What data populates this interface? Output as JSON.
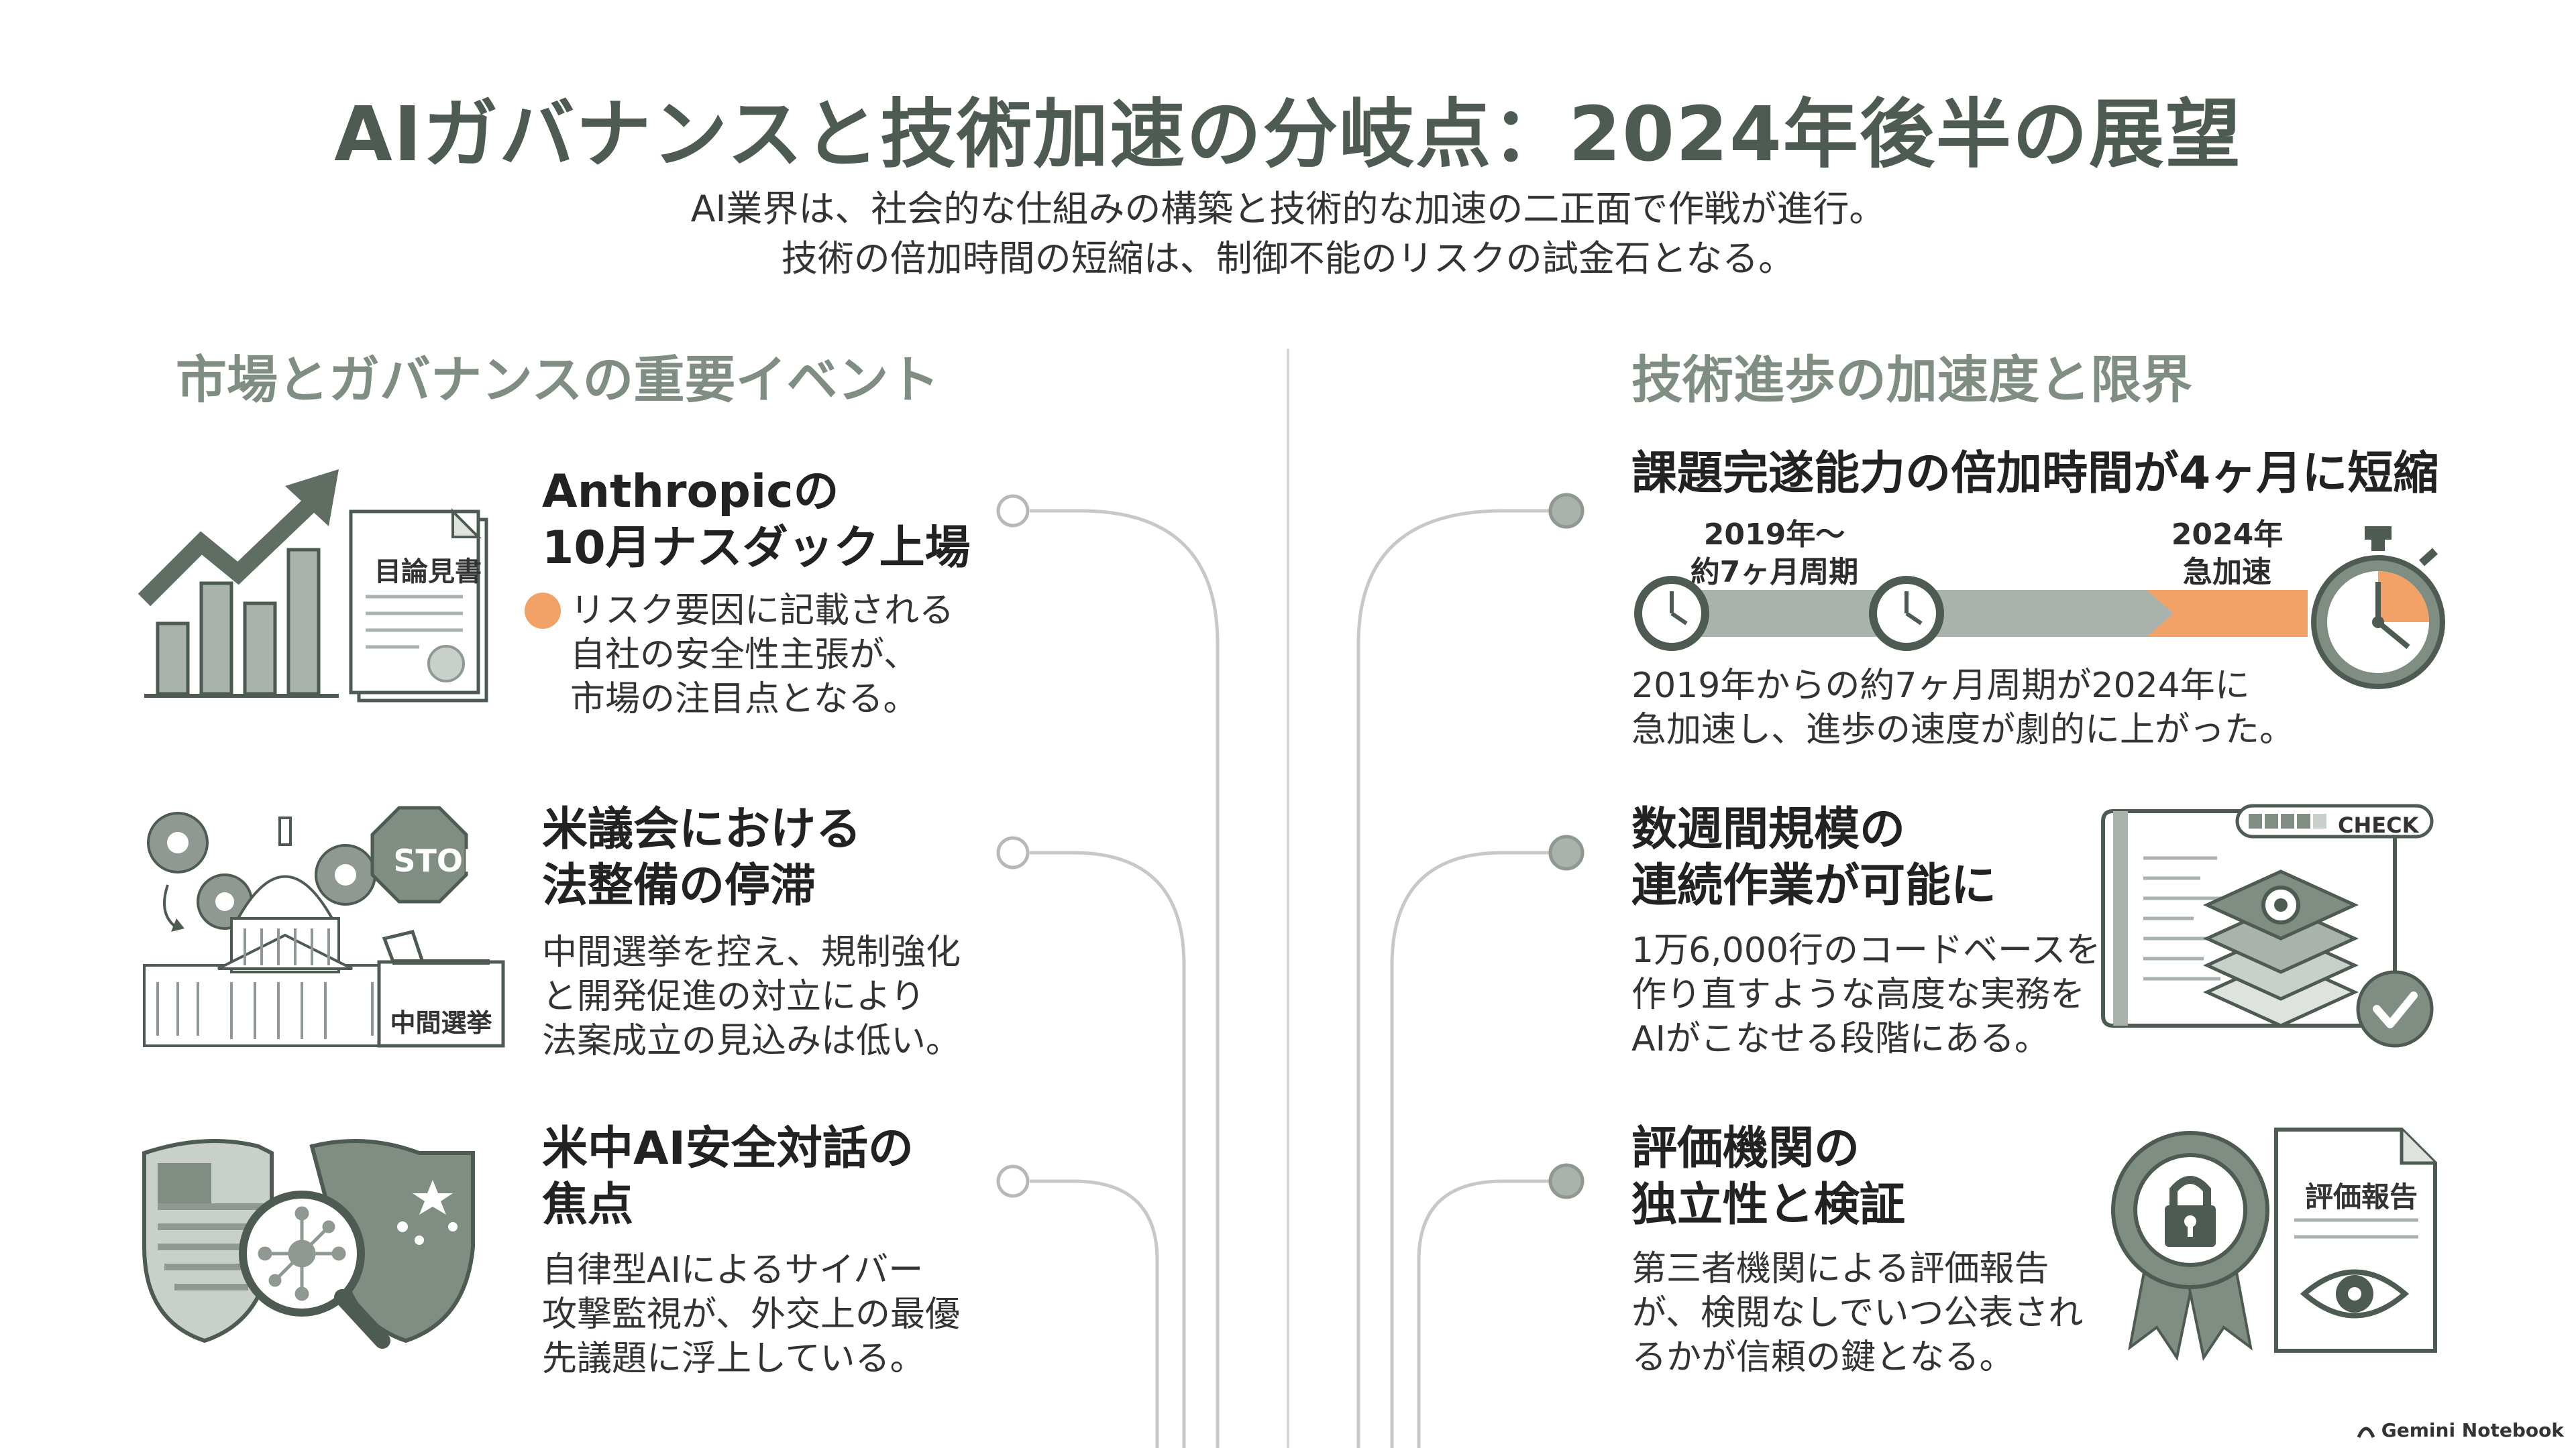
{
  "header": {
    "title": "AIガバナンスと技術加速の分岐点：2024年後半の展望",
    "subtitle_lines": [
      "AI業界は、社会的な仕組みの構築と技術的な加速の二正面で作戦が進行。",
      "技術の倍加時間の短縮は、制御不能のリスクの試金石となる。"
    ]
  },
  "left": {
    "heading": "市場とガバナンスの重要イベント",
    "events": [
      {
        "title_lines": [
          "Anthropicの",
          "10月ナスダック上場"
        ],
        "body_lines": [
          "リスク要因に記載される",
          "自社の安全性主張が、",
          "市場の注目点となる。"
        ],
        "icon_label": "目論見書"
      },
      {
        "title_lines": [
          "米議会における",
          "法整備の停滞"
        ],
        "body_lines": [
          "中間選挙を控え、規制強化",
          "と開発促進の対立により",
          "法案成立の見込みは低い。"
        ],
        "stop_label": "STOP",
        "box_label": "中間選挙"
      },
      {
        "title_lines": [
          "米中AI安全対話の",
          "焦点"
        ],
        "body_lines": [
          "自律型AIによるサイバー",
          "攻撃監視が、外交上の最優",
          "先議題に浮上している。"
        ]
      }
    ]
  },
  "right": {
    "heading": "技術進歩の加速度と限界",
    "events": [
      {
        "title_lines": [
          "課題完遂能力の倍加時間が4ヶ月に短縮"
        ],
        "timeline_start_lines": [
          "2019年〜",
          "約7ヶ月周期"
        ],
        "timeline_end_lines": [
          "2024年",
          "急加速"
        ],
        "body_lines": [
          "2019年からの約7ヶ月周期が2024年に",
          "急加速し、進歩の速度が劇的に上がった。"
        ]
      },
      {
        "title_lines": [
          "数週間規模の",
          "連続作業が可能に"
        ],
        "body_lines": [
          "1万6,000行のコードベースを",
          "作り直すような高度な実務を",
          "AIがこなせる段階にある。"
        ],
        "check_label": "CHECK"
      },
      {
        "title_lines": [
          "評価機関の",
          "独立性と検証"
        ],
        "body_lines": [
          "第三者機関による評価報告",
          "が、検閲なしでいつ公表され",
          "るかが信頼の鍵となる。"
        ],
        "doc_label": "評価報告"
      }
    ]
  },
  "branding": "Gemini Notebook",
  "colors": {
    "accent": "#f2a266",
    "primary": "#7f8d82",
    "dark": "#4d5b52"
  }
}
